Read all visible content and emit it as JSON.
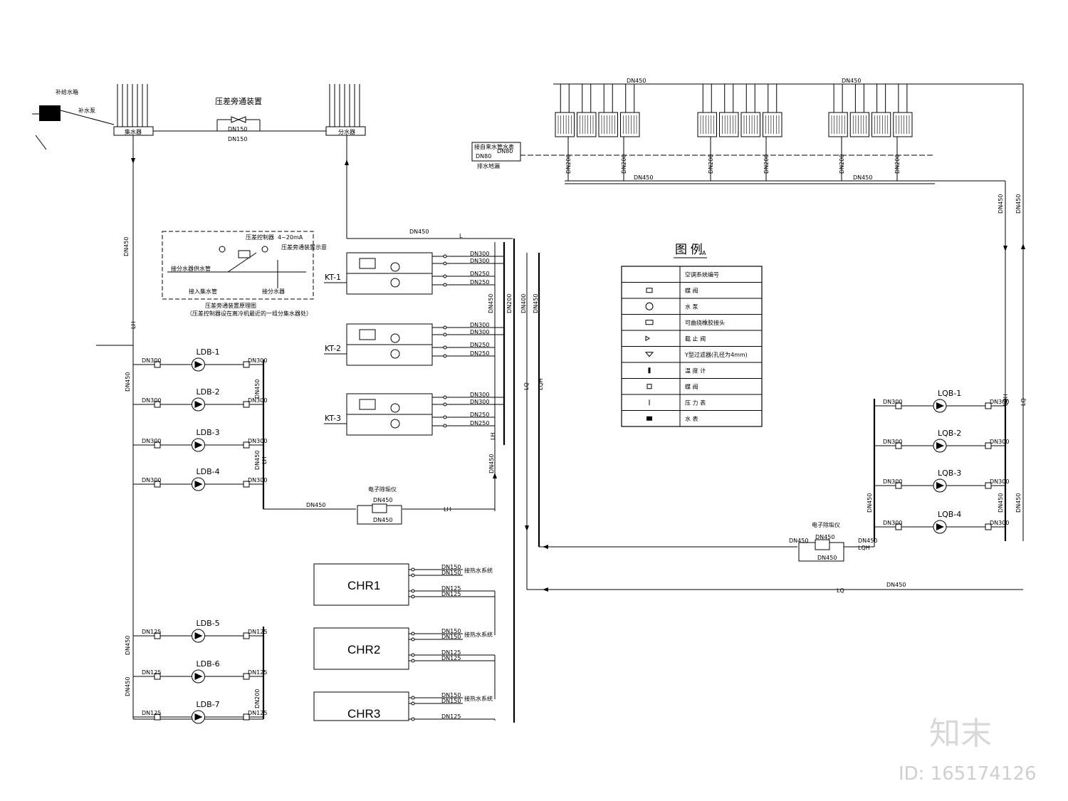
{
  "header": {
    "pressure_device": "压差旁通装置",
    "manifold_return": "集水器",
    "manifold_supply": "分水器",
    "makeup_tank": "补给水箱",
    "makeup_pump": "补水泵",
    "dn150_a": "DN150",
    "dn150_b": "DN150",
    "dn450_main": "DN450"
  },
  "tower": {
    "header_dn_left": "DN450",
    "header_dn_right": "DN450",
    "bottom_dn_left": "DN450",
    "bottom_dn_right": "DN450",
    "makeup_box_title": "接自来水管水表",
    "makeup_dn80": "DN80",
    "makeup_dn80_2": "DN80",
    "makeup_pit": "排水地漏",
    "branch_dn": "DN200",
    "riser_dn_1": "DN450",
    "riser_dn_2": "DN450"
  },
  "bypass_detail": {
    "title1": "压差控制器",
    "title2": "4~20mA",
    "note": "压差旁通装置示意",
    "caption1": "压差旁通装置原理图",
    "caption2": "（压差控制器设在离冷机最近的一组分集水器处）",
    "label_left": "接分水器供水管",
    "label_bottom_left": "接入集水管",
    "label_bottom_right": "接分水器"
  },
  "chillers": [
    {
      "label": "KT-1",
      "dn1": "DN300",
      "dn2": "DN300",
      "dn3": "DN250",
      "dn4": "DN250"
    },
    {
      "label": "KT-2",
      "dn1": "DN300",
      "dn2": "DN300",
      "dn3": "DN250",
      "dn4": "DN250"
    },
    {
      "label": "KT-3",
      "dn1": "DN300",
      "dn2": "DN300",
      "dn3": "DN250",
      "dn4": "DN250"
    }
  ],
  "chw_pumps": [
    {
      "label": "LDB-1",
      "dn_in": "DN300",
      "dn_out": "DN300"
    },
    {
      "label": "LDB-2",
      "dn_in": "DN300",
      "dn_out": "DN300"
    },
    {
      "label": "LDB-3",
      "dn_in": "DN300",
      "dn_out": "DN300"
    },
    {
      "label": "LDB-4",
      "dn_in": "DN300",
      "dn_out": "DN300"
    }
  ],
  "hr_pumps": [
    {
      "label": "LDB-5",
      "dn_in": "DN125",
      "dn_out": "DN125"
    },
    {
      "label": "LDB-6",
      "dn_in": "DN125",
      "dn_out": "DN125"
    },
    {
      "label": "LDB-7",
      "dn_in": "DN125",
      "dn_out": "DN125"
    }
  ],
  "cw_pumps": [
    {
      "label": "LQB-1",
      "dn_in": "DN300",
      "dn_out": "DN300"
    },
    {
      "label": "LQB-2",
      "dn_in": "DN300",
      "dn_out": "DN300"
    },
    {
      "label": "LQB-3",
      "dn_in": "DN300",
      "dn_out": "DN300"
    },
    {
      "label": "LQB-4",
      "dn_in": "DN300",
      "dn_out": "DN300"
    }
  ],
  "heat_recovery": [
    {
      "label": "CHR1",
      "dn1": "DN150",
      "dn2": "DN150",
      "dn3": "DN125",
      "dn4": "DN125",
      "note": "接热水系统"
    },
    {
      "label": "CHR2",
      "dn1": "DN150",
      "dn2": "DN150",
      "dn3": "DN125",
      "dn4": "DN125",
      "note": "接热水系统"
    },
    {
      "label": "CHR3",
      "dn1": "DN150",
      "dn2": "DN150",
      "dn3": "DN125",
      "dn4": "DN125",
      "note": "接热水系统"
    }
  ],
  "descaler_left": {
    "title": "电子除垢仪",
    "dn_top": "DN450",
    "dn_bot": "DN450",
    "dn_pipe": "DN450",
    "tag": "LH"
  },
  "descaler_right": {
    "title": "电子除垢仪",
    "dn_top": "DN450",
    "dn_bot": "DN450",
    "dn_left": "DN450",
    "dn_right": "DN450",
    "tag": "LQH"
  },
  "pipe_labels": {
    "L": "L",
    "LH": "LH",
    "LQ": "LQ",
    "LQH": "LQH",
    "dn450": "DN450",
    "dn400": "DN400",
    "dn200": "DN200"
  },
  "legend": {
    "title": "图 例",
    "title_sub": "A",
    "rows": [
      {
        "symbol": "header",
        "text": "空调系统编号"
      },
      {
        "symbol": "gate",
        "text": "蝶 阀"
      },
      {
        "symbol": "pump",
        "text": "水 泵"
      },
      {
        "symbol": "flex",
        "text": "可曲挠橡胶接头"
      },
      {
        "symbol": "check",
        "text": "截 止 阀"
      },
      {
        "symbol": "strainer",
        "text": "Y型过滤器(孔径为4mm)"
      },
      {
        "symbol": "thermo",
        "text": "温 度 计"
      },
      {
        "symbol": "valve2",
        "text": "蝶 阀"
      },
      {
        "symbol": "pgauge",
        "text": "压 力 表"
      },
      {
        "symbol": "meter",
        "text": "水 表"
      }
    ]
  },
  "watermark": {
    "brand": "知末",
    "id": "ID: 165174126"
  }
}
